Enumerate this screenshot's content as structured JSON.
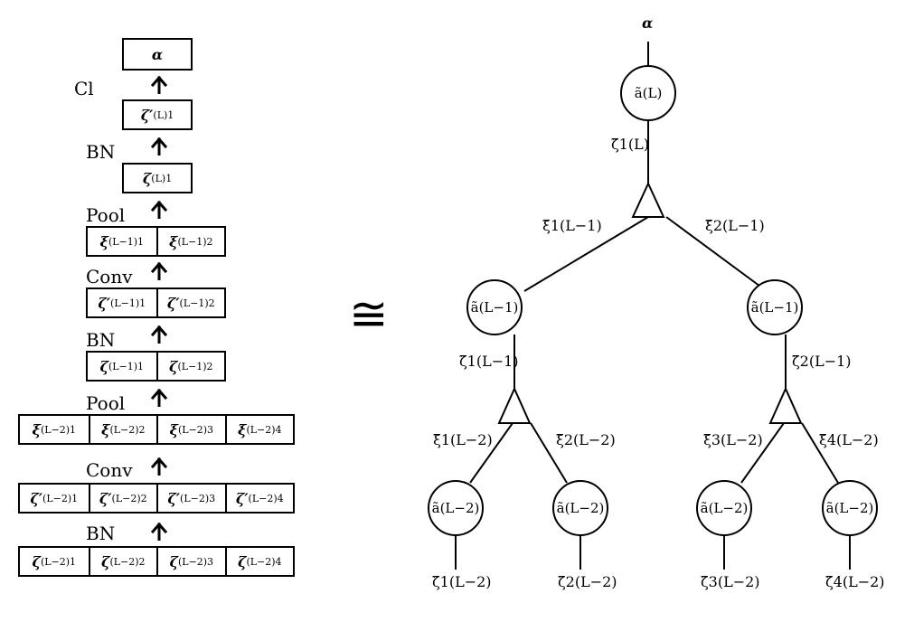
{
  "left_stack": {
    "top": "α",
    "ops": [
      "Cl",
      "BN",
      "Pool",
      "Conv",
      "BN",
      "Pool",
      "Conv",
      "BN"
    ],
    "rows": [
      {
        "symbol": "ζ",
        "prime": true,
        "sup": "(L)",
        "subs": [
          "1"
        ]
      },
      {
        "symbol": "ζ",
        "prime": false,
        "sup": "(L)",
        "subs": [
          "1"
        ]
      },
      {
        "symbol": "ξ",
        "prime": false,
        "sup": "(L−1)",
        "subs": [
          "1",
          "2"
        ]
      },
      {
        "symbol": "ζ",
        "prime": true,
        "sup": "(L−1)",
        "subs": [
          "1",
          "2"
        ]
      },
      {
        "symbol": "ζ",
        "prime": false,
        "sup": "(L−1)",
        "subs": [
          "1",
          "2"
        ]
      },
      {
        "symbol": "ξ",
        "prime": false,
        "sup": "(L−2)",
        "subs": [
          "1",
          "2",
          "3",
          "4"
        ]
      },
      {
        "symbol": "ζ",
        "prime": true,
        "sup": "(L−2)",
        "subs": [
          "1",
          "2",
          "3",
          "4"
        ]
      },
      {
        "symbol": "ζ",
        "prime": false,
        "sup": "(L−2)",
        "subs": [
          "1",
          "2",
          "3",
          "4"
        ]
      }
    ]
  },
  "relation": "≅",
  "tree": {
    "root_label": "α",
    "nodes": {
      "root": "ã(L)",
      "mid_left": "ã(L−1)",
      "mid_right": "ã(L−1)",
      "leaf_1": "ã(L−2)",
      "leaf_2": "ã(L−2)",
      "leaf_3": "ã(L−2)",
      "leaf_4": "ã(L−2)"
    },
    "edge_labels": {
      "root_down": "ζ̃1(L)",
      "xi_left_top": "ξ̃1(L−1)",
      "xi_right_top": "ξ̃2(L−1)",
      "zeta_mid_left": "ζ̃1(L−1)",
      "zeta_mid_right": "ζ̃2(L−1)",
      "xi_1": "ξ̃1(L−2)",
      "xi_2": "ξ̃2(L−2)",
      "xi_3": "ξ̃3(L−2)",
      "xi_4": "ξ̃4(L−2)",
      "zeta_1": "ζ̃1(L−2)",
      "zeta_2": "ζ̃2(L−2)",
      "zeta_3": "ζ̃3(L−2)",
      "zeta_4": "ζ̃4(L−2)"
    }
  }
}
